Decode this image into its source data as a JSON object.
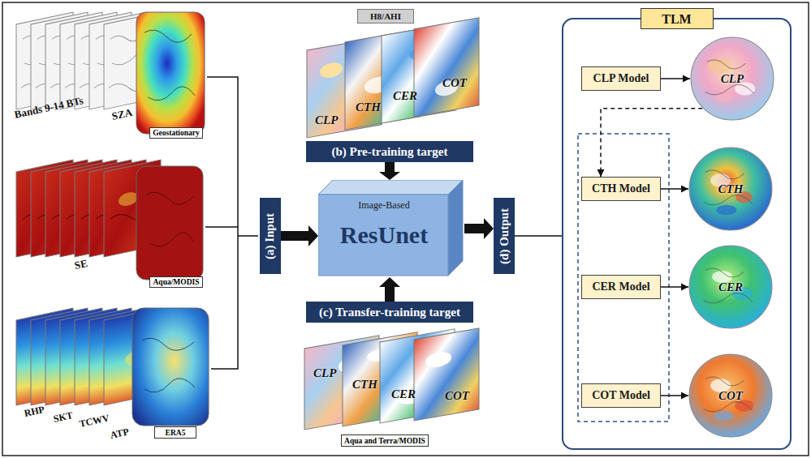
{
  "diagram": {
    "nodes": [
      {
        "text": [
          "Geostationary"
        ]
      },
      {
        "text": [
          "Aqua/MODIS"
        ]
      },
      {
        "text": [
          "ERA5"
        ]
      },
      {
        "text": [
          "(a) Input"
        ]
      },
      {
        "text": [
          "H8/AHI"
        ]
      },
      {
        "text": [
          "(b) Pre-training target"
        ]
      },
      {
        "text": [
          "Image-Based",
          "ResUnet"
        ]
      },
      {
        "text": [
          "(c) Transfer-training target"
        ]
      },
      {
        "text": [
          "Aqua and Terra/MODIS"
        ]
      },
      {
        "text": [
          "(d) Output"
        ]
      },
      {
        "text": [
          "TLM"
        ]
      },
      {
        "text": [
          "CLP Model"
        ],
        "in": 10
      },
      {
        "text": [
          "CLP"
        ],
        "in": 10
      },
      {
        "text": [
          "CTH Model"
        ],
        "in": 10
      },
      {
        "text": [
          "CTH"
        ],
        "in": 10
      },
      {
        "text": [
          "CER Model"
        ],
        "in": 10
      },
      {
        "text": [
          "CER"
        ],
        "in": 10
      },
      {
        "text": [
          "COT Model"
        ],
        "in": 10
      },
      {
        "text": [
          "COT"
        ],
        "in": 10
      }
    ],
    "edges": [
      {
        "from": 3,
        "to": 6,
        "arrow": "to"
      },
      {
        "from": 5,
        "to": 6,
        "arrow": "to"
      },
      {
        "from": 7,
        "to": 6,
        "arrow": "to"
      },
      {
        "from": 6,
        "to": 9,
        "arrow": "to"
      },
      {
        "from": 9,
        "to": 10,
        "arrow": "none"
      },
      {
        "from": 11,
        "to": 12,
        "arrow": "to"
      },
      {
        "from": 13,
        "to": 14,
        "arrow": "to"
      },
      {
        "from": 15,
        "to": 16,
        "arrow": "to"
      },
      {
        "from": 17,
        "to": 18,
        "arrow": "to"
      },
      {
        "from": 12,
        "to": 13,
        "arrow": "to"
      }
    ],
    "labels": [
      "Bands 9-14 BTs",
      "SZA",
      "SE",
      "RHP",
      "SKT",
      "TCWV",
      "ATP",
      "CLP",
      "CTH",
      "CER",
      "COT",
      "CLP",
      "CTH",
      "CER",
      "COT"
    ]
  }
}
